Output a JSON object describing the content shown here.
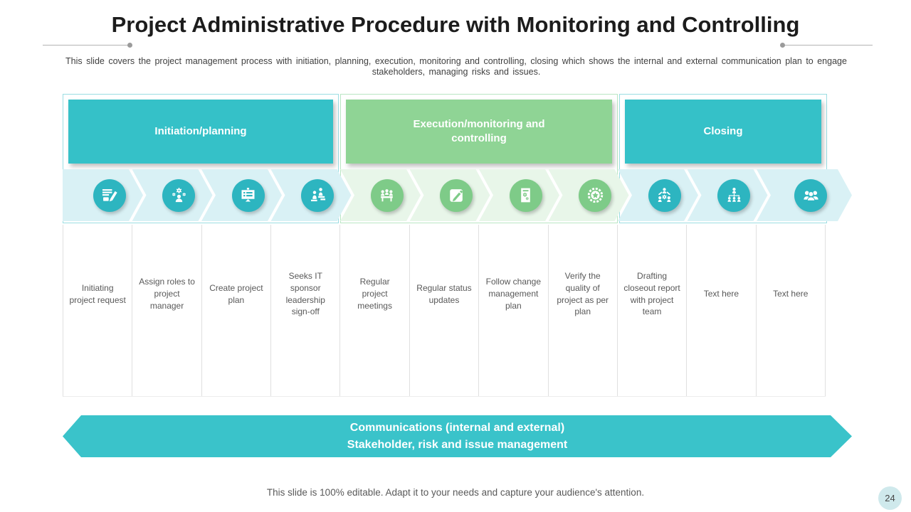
{
  "slide": {
    "title": "Project Administrative Procedure with Monitoring and Controlling",
    "subtitle": "This slide covers the project management process with initiation, planning, execution, monitoring and controlling, closing which shows the internal and external communication plan to engage stakeholders, managing risks and issues.",
    "footer_note": "This slide is 100% editable. Adapt it to your needs and capture your audience's attention.",
    "page_number": "24"
  },
  "colors": {
    "teal_header": "#35c1c8",
    "green_header": "#8fd495",
    "teal_chevron_bg": "#d9f1f5",
    "green_chevron_bg": "#e8f6e9",
    "teal_circle": "#2db5c0",
    "green_circle": "#7ecb88",
    "banner": "#3ac3ca"
  },
  "phases": [
    {
      "label": "Initiation/planning",
      "theme": "teal"
    },
    {
      "label": "Execution/monitoring and controlling",
      "theme": "green"
    },
    {
      "label": "Closing",
      "theme": "teal"
    }
  ],
  "steps": [
    {
      "icon": "document-pencil-icon",
      "label": "Initiating project request"
    },
    {
      "icon": "person-gears-icon",
      "label": "Assign roles to project manager"
    },
    {
      "icon": "plan-board-icon",
      "label": "Create project plan"
    },
    {
      "icon": "stairs-people-icon",
      "label": "Seeks IT sponsor leadership sign-off"
    },
    {
      "icon": "meeting-icon",
      "label": "Regular project meetings"
    },
    {
      "icon": "edit-pencil-icon",
      "label": "Regular status updates"
    },
    {
      "icon": "document-gear-icon",
      "label": "Follow change management plan"
    },
    {
      "icon": "quality-badge-icon",
      "label": "Verify the quality of project as per plan"
    },
    {
      "icon": "delegation-icon",
      "label": "Drafting closeout report with project team"
    },
    {
      "icon": "org-chart-icon",
      "label": "Text here"
    },
    {
      "icon": "team-icon",
      "label": "Text here"
    }
  ],
  "banner": {
    "line1": "Communications (internal and external)",
    "line2": "Stakeholder, risk and issue management"
  }
}
